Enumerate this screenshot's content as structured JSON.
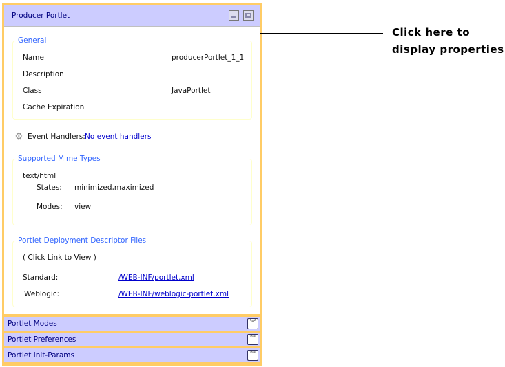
{
  "portlet": {
    "title": "Producer Portlet"
  },
  "general": {
    "legend": "General",
    "rows": [
      {
        "label": "Name",
        "value": "producerPortlet_1_1"
      },
      {
        "label": "Description",
        "value": ""
      },
      {
        "label": "Class",
        "value": "JavaPortlet"
      },
      {
        "label": "Cache Expiration",
        "value": ""
      }
    ]
  },
  "events": {
    "label": "Event Handlers:",
    "link": "No event handlers"
  },
  "mime": {
    "legend": "Supported Mime Types",
    "type": "text/html",
    "states_label": "States:",
    "states": "minimized,maximized",
    "modes_label": "Modes:",
    "modes": "view"
  },
  "descriptors": {
    "legend": "Portlet Deployment Descriptor Files",
    "hint": "( Click Link to View )",
    "standard_label": "Standard:",
    "standard_link": "/WEB-INF/portlet.xml",
    "weblogic_label": "Weblogic:",
    "weblogic_link": "/WEB-INF/weblogic-portlet.xml"
  },
  "sections": [
    "Portlet Modes",
    "Portlet Preferences",
    "Portlet Init-Params"
  ],
  "callout": {
    "line1": "Click here to",
    "line2": "display properties"
  }
}
